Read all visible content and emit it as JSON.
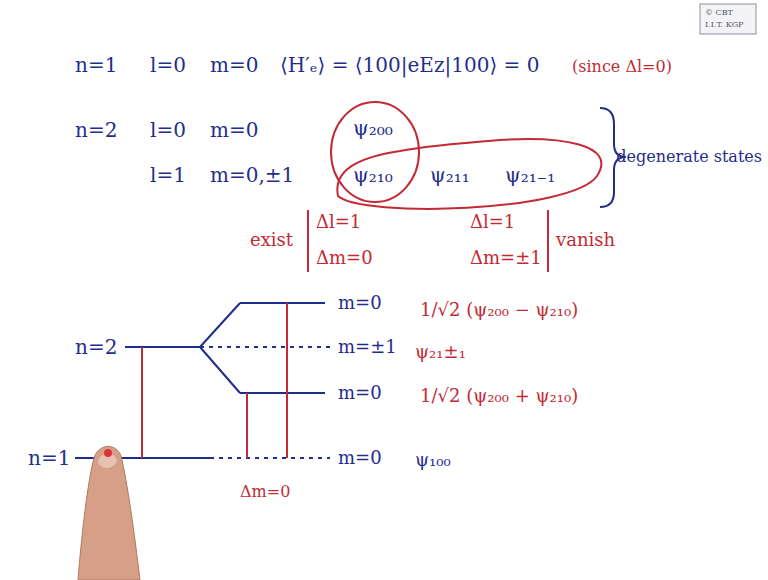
{
  "diagram": {
    "labels": [
      "n=1",
      "l=0",
      "m=0",
      "⟨H′ₑ⟩ = ⟨100|eEz|100⟩ = 0",
      "(since Δl=0)",
      "n=2",
      "l=0",
      "m=0",
      "l=1",
      "m=0,±1",
      "ψ₂₀₀",
      "ψ₂₁₀",
      "ψ₂₁₁",
      "ψ₂₁₋₁",
      "degenerate states",
      "exist",
      "Δl=1",
      "Δm=0",
      "Δl=1",
      "Δm=±1",
      "vanish",
      "n=2",
      "m=0",
      "1/√2 (ψ₂₀₀ − ψ₂₁₀)",
      "m=±1",
      "ψ₂₁±₁",
      "m=0",
      "1/√2 (ψ₂₀₀ + ψ₂₁₀)",
      "n=1",
      "m=0",
      "ψ₁₀₀",
      "Δm=0",
      "© CBT",
      "I.I.T. KGP"
    ]
  }
}
